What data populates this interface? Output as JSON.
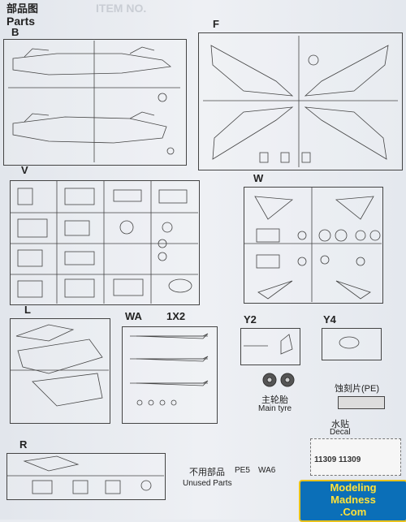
{
  "header": {
    "title_cn": "部品图",
    "title_en": "Parts",
    "faded_top": "ITEM NO."
  },
  "sprues": {
    "B": "B",
    "F": "F",
    "V": "V",
    "W": "W",
    "L": "L",
    "WA": "WA",
    "x2": "1X2",
    "Y2": "Y2",
    "Y4": "Y4",
    "R": "R"
  },
  "extras": {
    "pe_cn": "蚀刻片(PE)",
    "tyre_cn": "主轮胎",
    "tyre_en": "Main tyre",
    "decal_cn": "水贴",
    "decal_en": "Decal",
    "decal_numbers": "11309 11309",
    "unused_cn": "不用部品",
    "unused_en": "Unused Parts",
    "unused_pe": "PE5",
    "unused_wa": "WA6"
  },
  "watermark": {
    "line1": "Modeling",
    "line2": "Madness",
    "line3": ".Com",
    "colors": {
      "bg": "#0b6fb8",
      "text": "#ffe23a"
    }
  }
}
